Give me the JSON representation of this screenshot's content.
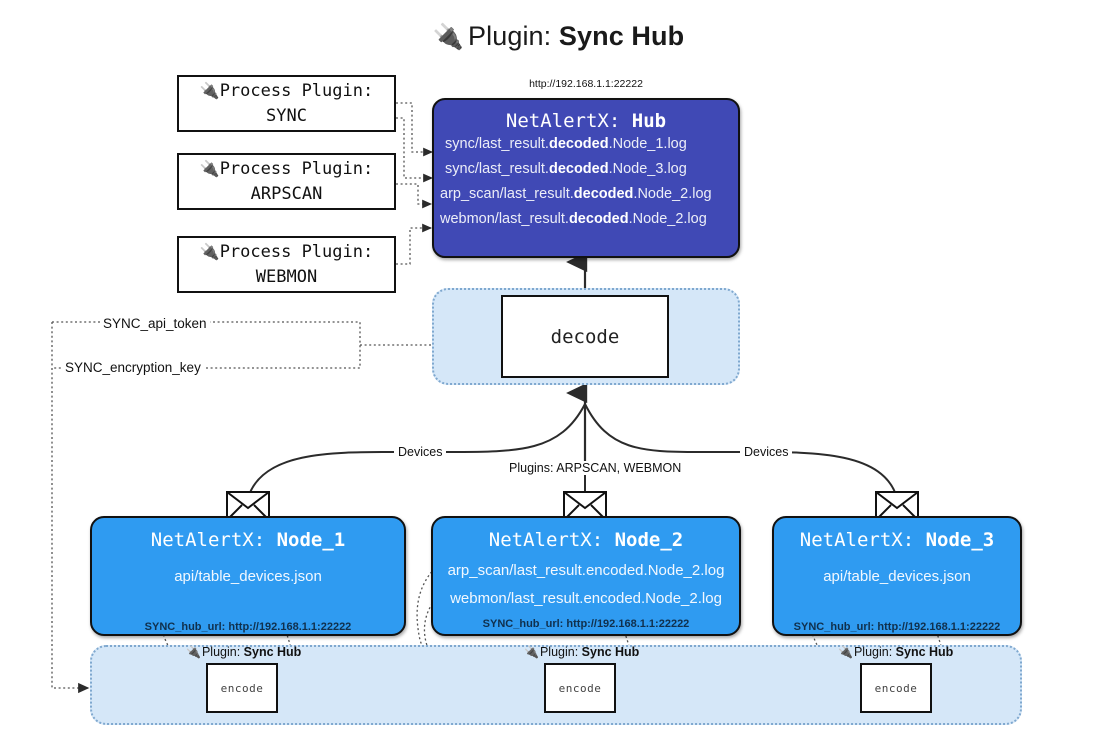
{
  "title": {
    "icon": "plug-icon",
    "prefix": "Plugin: ",
    "name": "Sync Hub",
    "glyph": "🔌"
  },
  "hub": {
    "url_caption": "http://192.168.1.1:22222",
    "header_prefix": "NetAlertX: ",
    "header_name": "Hub",
    "log_lines": [
      {
        "pre": "sync/last_result.",
        "mid": "decoded",
        "post": ".Node_1.log"
      },
      {
        "pre": "sync/last_result.",
        "mid": "decoded",
        "post": ".Node_3.log"
      },
      {
        "pre": "arp_scan/last_result.",
        "mid": "decoded",
        "post": ".Node_2.log"
      },
      {
        "pre": "webmon/last_result.",
        "mid": "decoded",
        "post": ".Node_2.log"
      }
    ]
  },
  "process_plugins": [
    {
      "label": "Process Plugin:",
      "name": "SYNC"
    },
    {
      "label": "Process Plugin:",
      "name": "ARPSCAN"
    },
    {
      "label": "Process Plugin:",
      "name": "WEBMON"
    }
  ],
  "decode": {
    "label": "decode"
  },
  "keys": [
    {
      "label": "SYNC_api_token"
    },
    {
      "label": "SYNC_encryption_key"
    }
  ],
  "edge_labels": {
    "devices_left": "Devices",
    "devices_right": "Devices",
    "plugins_center": "Plugins: ARPSCAN, WEBMON"
  },
  "nodes": [
    {
      "header_prefix": "NetAlertX: ",
      "header_name": "Node_1",
      "lines": [
        "api/table_devices.json"
      ],
      "config": "SYNC_hub_url: http://192.168.1.1:22222",
      "mail_icon": "envelope-icon"
    },
    {
      "header_prefix": "NetAlertX: ",
      "header_name": "Node_2",
      "lines": [
        "arp_scan/last_result.encoded.Node_2.log",
        "webmon/last_result.encoded.Node_2.log"
      ],
      "config": "SYNC_hub_url: http://192.168.1.1:22222",
      "mail_icon": "envelope-icon"
    },
    {
      "header_prefix": "NetAlertX: ",
      "header_name": "Node_3",
      "lines": [
        "api/table_devices.json"
      ],
      "config": "SYNC_hub_url: http://192.168.1.1:22222",
      "mail_icon": "envelope-icon"
    }
  ],
  "encoders": [
    {
      "plugin_prefix": "Plugin: ",
      "plugin_name": "Sync Hub",
      "box_label": "encode"
    },
    {
      "plugin_prefix": "Plugin: ",
      "plugin_name": "Sync Hub",
      "box_label": "encode"
    },
    {
      "plugin_prefix": "Plugin: ",
      "plugin_name": "Sync Hub",
      "box_label": "encode"
    }
  ],
  "colors": {
    "hub_fill": "#4049b5",
    "node_fill": "#2f9bf1",
    "zone_fill": "#d5e7f8",
    "zone_stroke": "#7fa8cf",
    "stroke": "#111111",
    "page_bg": "#ffffff"
  }
}
